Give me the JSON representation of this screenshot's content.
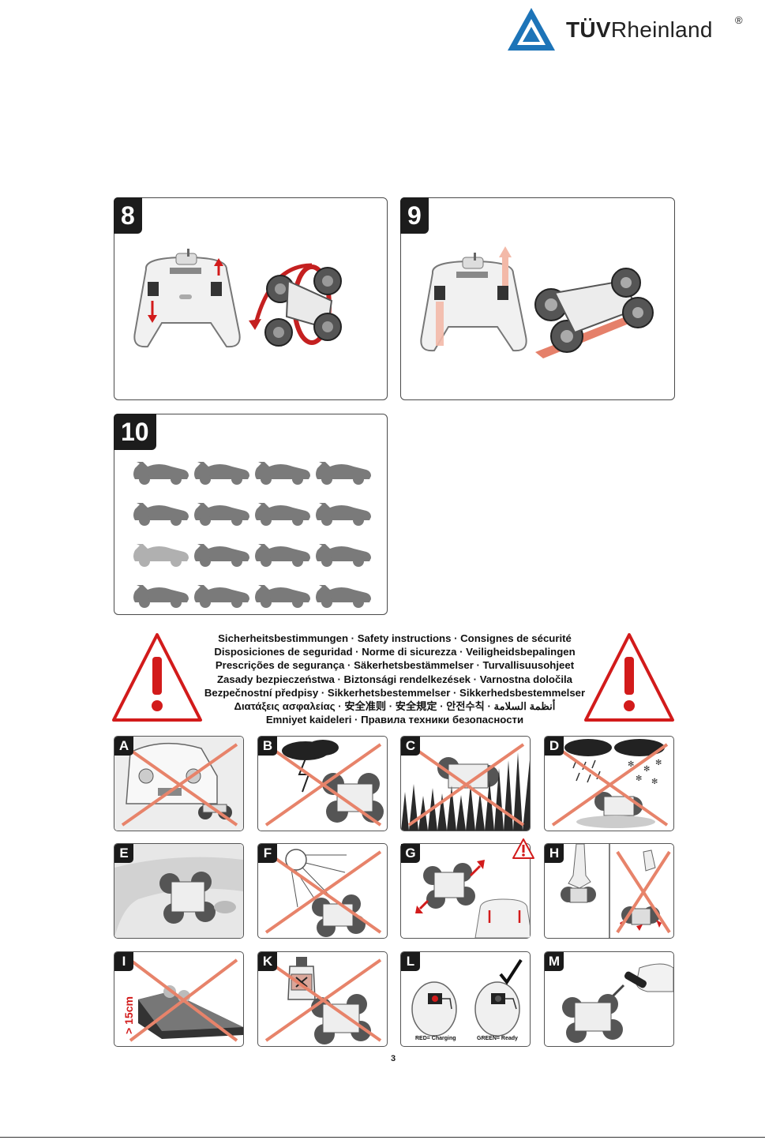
{
  "header": {
    "brand_bold": "TÜV",
    "brand_rest": "Rheinland",
    "registered_mark": "®",
    "logo_icon": "tuv-triangle-logo-icon"
  },
  "steps": [
    {
      "number": "8"
    },
    {
      "number": "9"
    },
    {
      "number": "10"
    }
  ],
  "safety": {
    "title_lines": [
      "Sicherheitsbestimmungen · Safety instructions · Consignes de sécurité",
      "Disposiciones de seguridad · Norme di sicurezza · Veiligheidsbepalingen",
      "Prescrições de segurança · Säkerhetsbestämmelser · Turvallisuusohjeet",
      "Zasady bezpieczeństwa · Biztonsági rendelkezések · Varnostna določila",
      "Bezpečnostní předpisy · Sikkerhetsbestemmelser · Sikkerhedsbestemmelser",
      "Διατάξεις ασφαλείας · 安全准则 · 安全規定 · 안전수칙 · أنظمة السلامة",
      "Emniyet kaideleri · Правила техники безопасности"
    ],
    "warning_icon": "exclamation-triangle-icon"
  },
  "tiles": [
    {
      "letter": "A"
    },
    {
      "letter": "B"
    },
    {
      "letter": "C"
    },
    {
      "letter": "D"
    },
    {
      "letter": "E"
    },
    {
      "letter": "F"
    },
    {
      "letter": "G"
    },
    {
      "letter": "H"
    },
    {
      "letter": "I",
      "side_label": "> 15cm"
    },
    {
      "letter": "K"
    },
    {
      "letter": "L",
      "label_red": "RED= Charging",
      "label_green": "GREEN= Ready"
    },
    {
      "letter": "M"
    }
  ],
  "page_number": "3",
  "colors": {
    "accent_red": "#d21b1b",
    "tuv_blue": "#1d74b8",
    "panel_border": "#4a4a4a"
  }
}
